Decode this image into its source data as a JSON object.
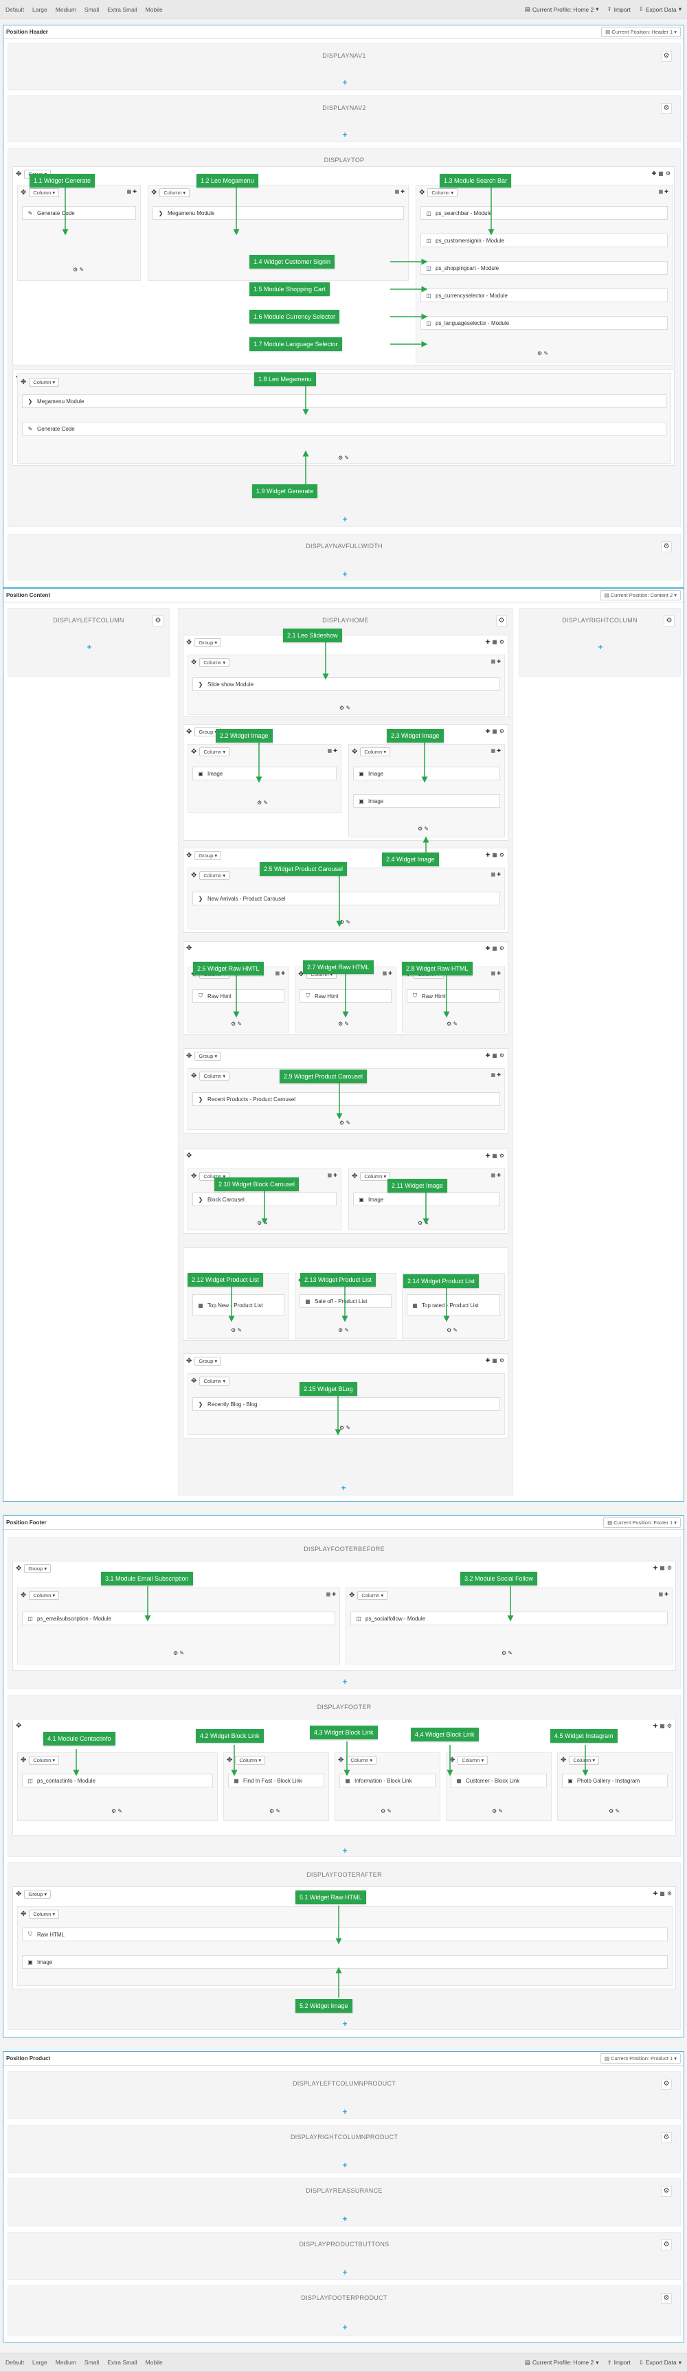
{
  "toolbar": {
    "devices": [
      "Default",
      "Large",
      "Medium",
      "Small",
      "Extra Small",
      "Mobile"
    ],
    "profile": "Current Profile: Home 2",
    "import": "Import",
    "export": "Export Data"
  },
  "header": {
    "title": "Position Header",
    "selector": "Current Position: Header 1",
    "hooks": [
      "DISPLAYNAV1",
      "DISPLAYNAV2",
      "DISPLAYTOP",
      "DISPLAYNAVFULLWIDTH"
    ]
  },
  "content": {
    "title": "Position Content",
    "selector": "Current Position: Content 2",
    "hooks": [
      "DISPLAYLEFTCOLUMN",
      "DISPLAYHOME",
      "DISPLAYRIGHTCOLUMN"
    ]
  },
  "footer": {
    "title": "Position Footer",
    "selector": "Current Position: Footer 1",
    "hooks": [
      "DISPLAYFOOTERBEFORE",
      "DISPLAYFOOTER",
      "DISPLAYFOOTERAFTER"
    ]
  },
  "product": {
    "title": "Position Product",
    "selector": "Current Position: Product 1",
    "hooks": [
      "DISPLAYLEFTCOLUMNPRODUCT",
      "DISPLAYRIGHTCOLUMNPRODUCT",
      "DISPLAYREASSURANCE",
      "DISPLAYPRODUCTBUTTONS",
      "DISPLAYFOOTERPRODUCT"
    ]
  },
  "ui": {
    "group": "Group",
    "column": "Column"
  },
  "modules": {
    "generate": "Generate Code",
    "megamenu": "Megamenu Module",
    "searchbar": "ps_searchbar - Module",
    "customersignin": "ps_customersignin - Module",
    "shoppingcart": "ps_shoppingcart - Module",
    "currency": "ps_currencyselector - Module",
    "language": "ps_languageselector - Module",
    "megamenu2": "Megamenu Module",
    "generate2": "Generate Code",
    "slideshow": "Slide show Module",
    "image": "Image",
    "newarrivals": "New Arrivals - Product Carousel",
    "rawhtml": "Raw Html",
    "recent": "Recent Products - Product Carousel",
    "block": "Block Carousel",
    "topnew": "Top New - Product List",
    "saleoff": "Sale off - Product List",
    "toprated": "Top rated - Product List",
    "blog": "Recently Blog - Blog",
    "email": "ps_emailsubscription - Module",
    "social": "ps_socialfollow - Module",
    "contact": "ps_contactinfo - Module",
    "findfast": "Find In Fast - Block Link",
    "information": "Information - Block Link",
    "customer": "Customer - Block Link",
    "gallery": "Photo Gallery - Instagram",
    "rawHTML": "Raw HTML"
  },
  "labels": {
    "l11": "1.1 Widget Generate",
    "l12": "1.2 Leo Megamenu",
    "l13": "1.3 Module Search Bar",
    "l14": "1.4 Widget Customer Signin",
    "l15": "1.5 Module Shopping Cart",
    "l16": "1.6 Module Currency Selector",
    "l17": "1.7 Module Language Selector",
    "l18": "1.8 Leo Megamenu",
    "l19": "1.9 Widget Generate",
    "l21": "2.1 Leo Slideshow",
    "l22": "2.2 Widget Image",
    "l23": "2.3 Widget Image",
    "l24": "2.4 Widget Image",
    "l25": "2.5 Widget Product Carousel",
    "l26": "2.6 Widget Raw HMTL",
    "l27": "2.7 Widget Raw HTML",
    "l28": "2.8 Widget Raw HTML",
    "l29": "2.9 Widget Product Carousel",
    "l210": "2.10 Widget Block Carousel",
    "l211": "2.11 Widget Image",
    "l212": "2.12 Widget Product List",
    "l213": "2.13 Widget Product List",
    "l214": "2.14 Widget Product List",
    "l215": "2.15 Widget BLog",
    "l31": "3.1 Module Email Subscription",
    "l32": "3.2 Module Social Follow",
    "l41": "4.1 Module Contactinfo",
    "l42": "4.2 Widget Block Link",
    "l43": "4.3 Widget Block Link",
    "l44": "4.4 Widget Block Link",
    "l45": "4.5 Widget Instagram",
    "l51": "5.1 Widget Raw HTML",
    "l52": "5.2 Widget Image"
  }
}
